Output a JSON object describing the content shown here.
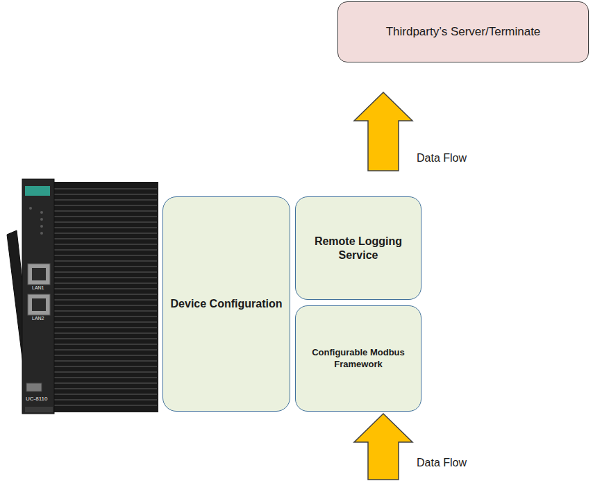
{
  "diagram": {
    "nodes": [
      {
        "text": [
          "Thirdparty’s Server/Terminate"
        ]
      },
      {
        "text": [
          "Device Configuration"
        ]
      },
      {
        "text": [
          "Remote Logging Service"
        ]
      },
      {
        "text": [
          "Configurable Modbus Framework"
        ]
      }
    ],
    "edges": [
      {
        "from": 2,
        "to": 0,
        "arrow": "to",
        "label": "Data Flow"
      }
    ],
    "labels": [
      "UC-8110",
      "LAN1",
      "LAN2",
      "Data Flow"
    ]
  }
}
